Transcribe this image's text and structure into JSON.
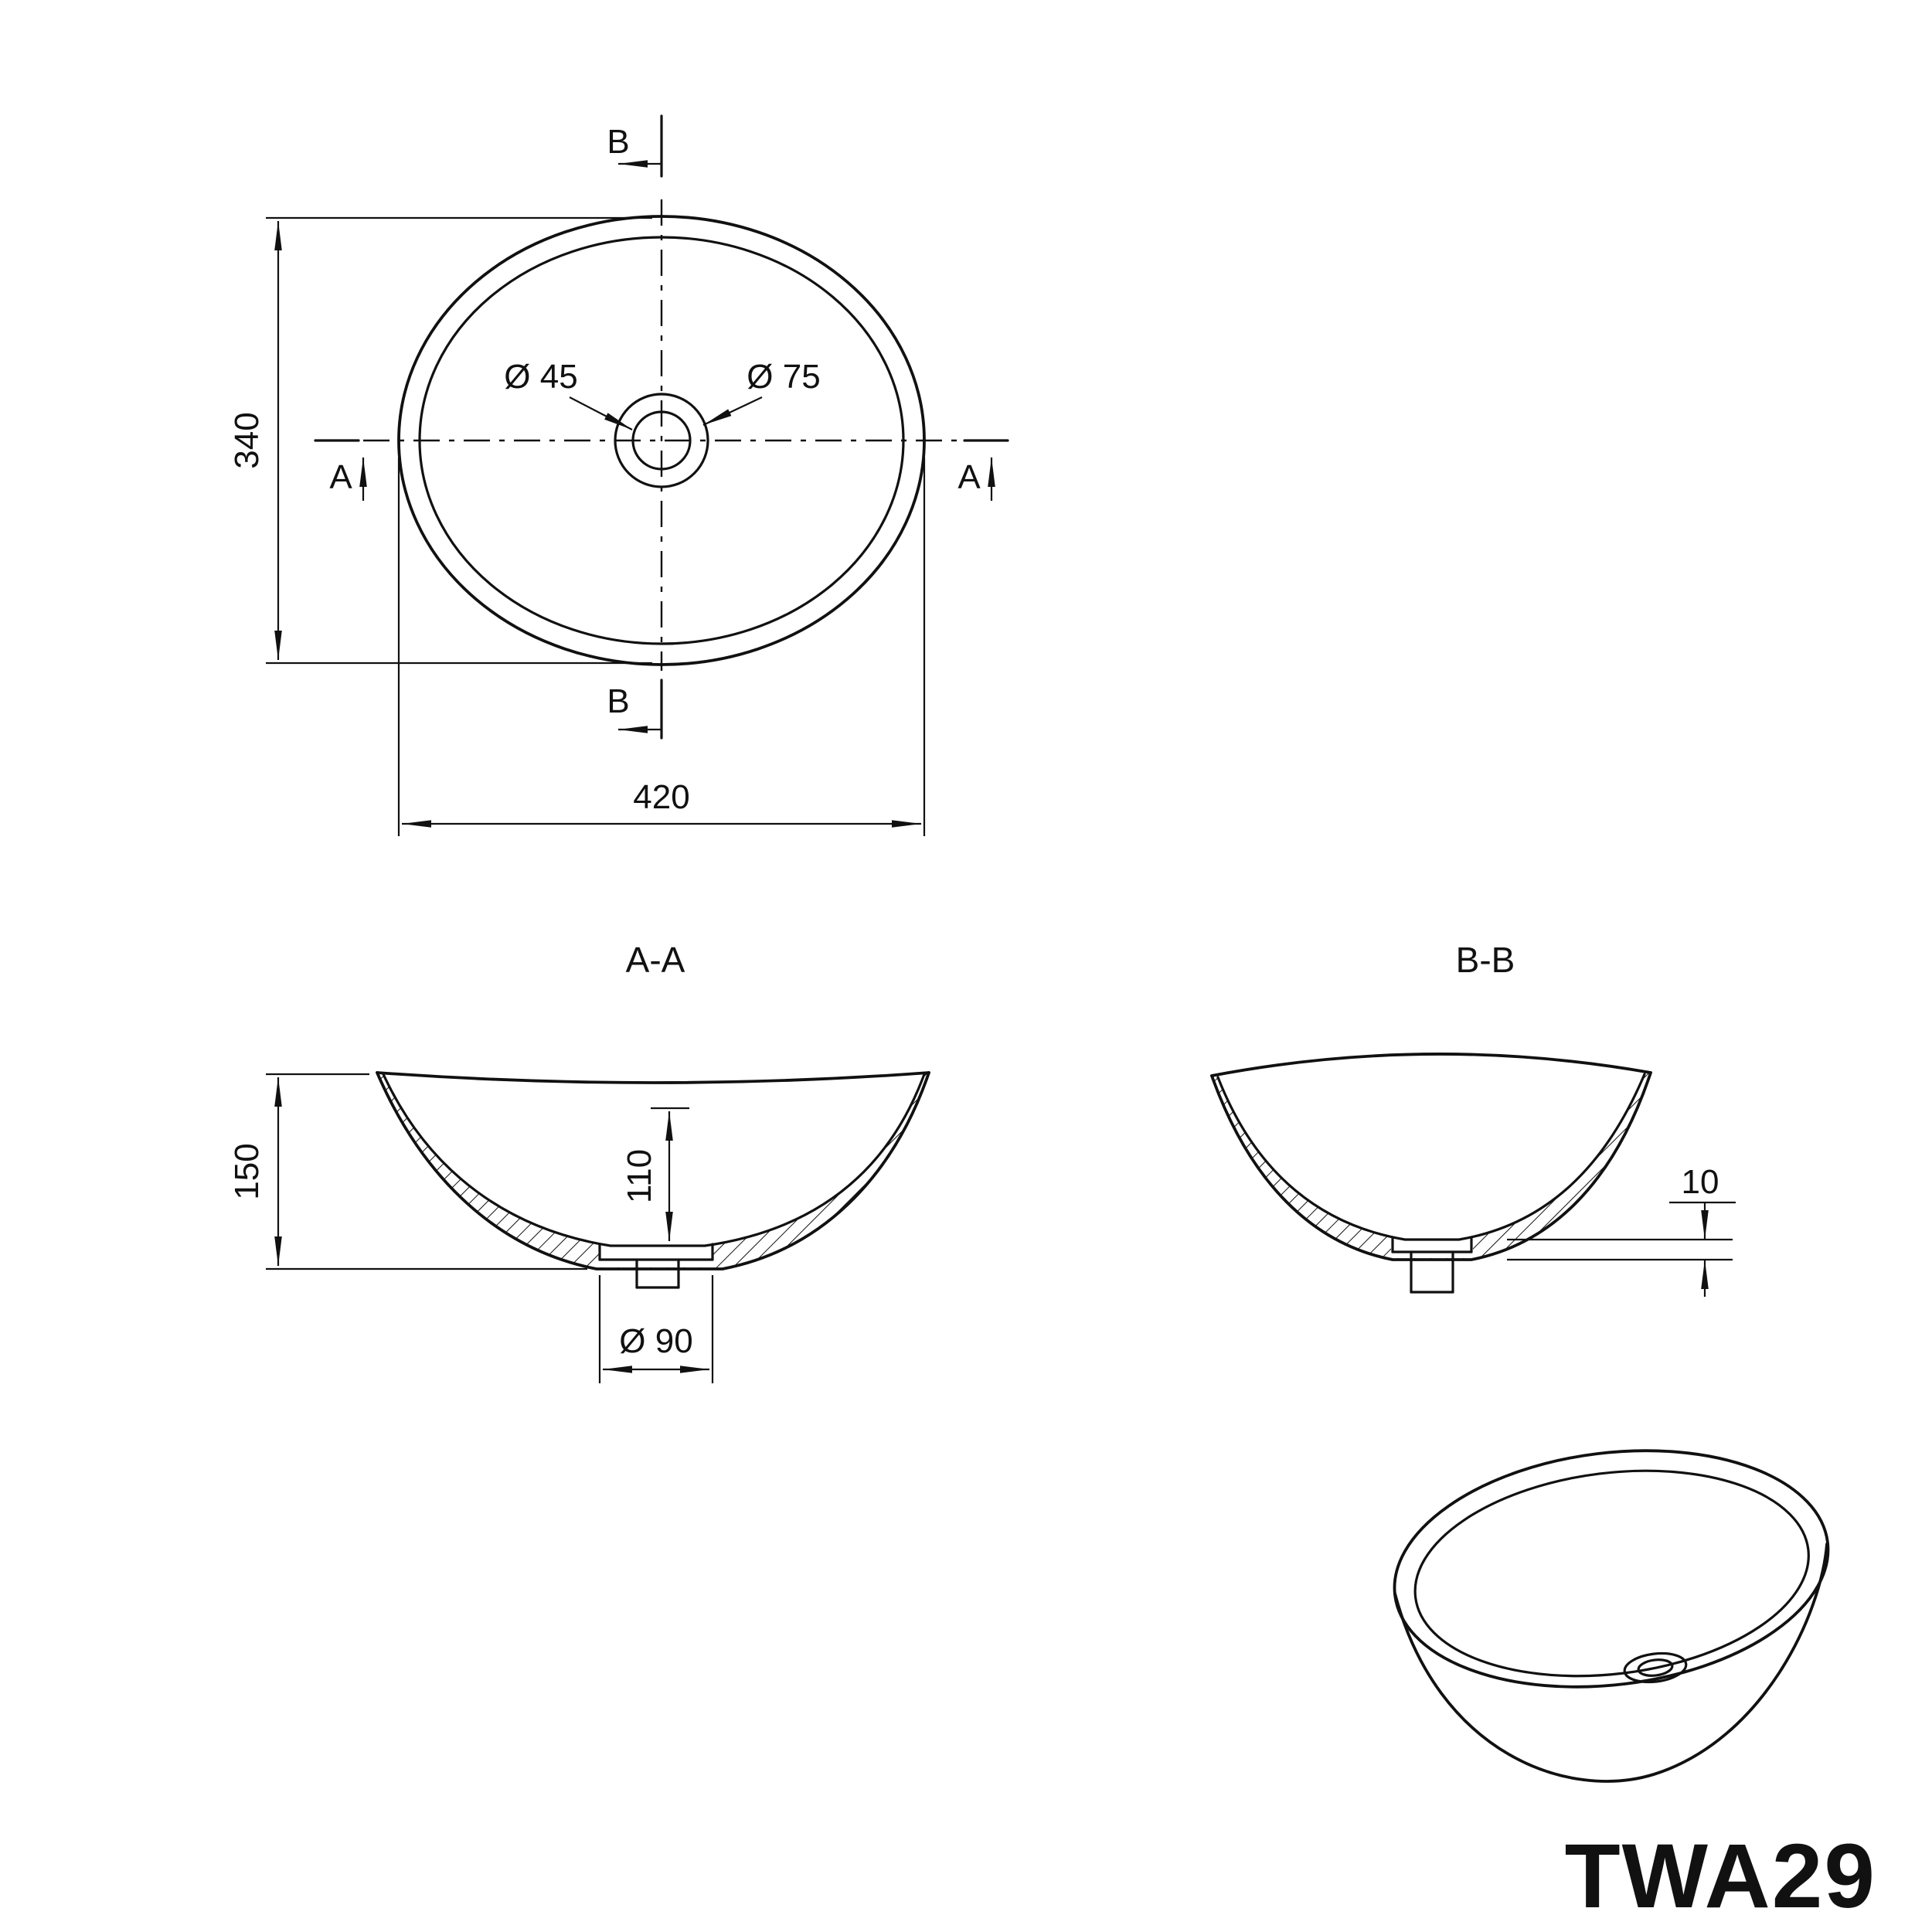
{
  "product_code": "TWA29",
  "plan_view": {
    "dim_width": "420",
    "dim_height": "340",
    "drain_hole_dia": "Ø 45",
    "drain_recess_dia": "Ø 75",
    "section_marker_a": "A",
    "section_marker_b": "B"
  },
  "section_aa": {
    "title": "A-A",
    "dim_total_height": "150",
    "dim_inner_depth": "110",
    "dim_drain_dia": "Ø 90"
  },
  "section_bb": {
    "title": "B-B",
    "dim_wall_thickness": "10"
  },
  "colors": {
    "line": "#111111",
    "background": "#ffffff"
  }
}
